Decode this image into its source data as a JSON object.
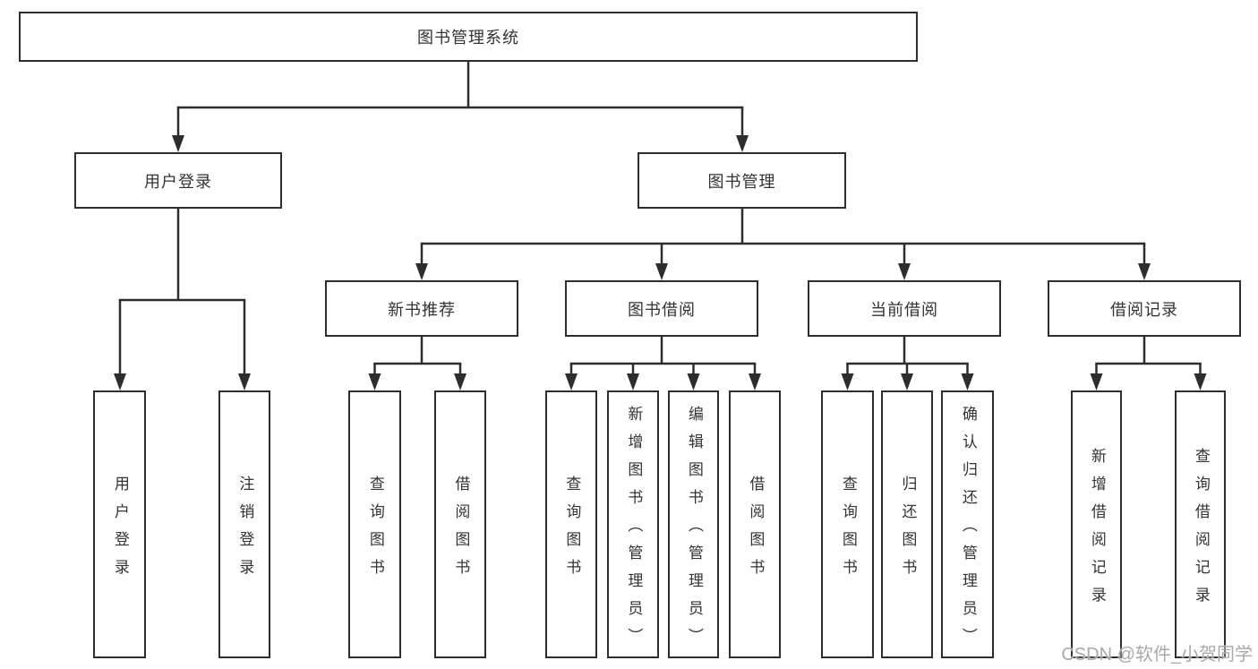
{
  "diagram_type": "hierarchy-tree",
  "tree": {
    "label": "图书管理系统",
    "children": [
      {
        "label": "用户登录",
        "children": [
          {
            "label": "用户登录"
          },
          {
            "label": "注销登录"
          }
        ]
      },
      {
        "label": "图书管理",
        "children": [
          {
            "label": "新书推荐",
            "children": [
              {
                "label": "查询图书"
              },
              {
                "label": "借阅图书"
              }
            ]
          },
          {
            "label": "图书借阅",
            "children": [
              {
                "label": "查询图书"
              },
              {
                "label": "新增图书（管理员）"
              },
              {
                "label": "编辑图书（管理员）"
              },
              {
                "label": "借阅图书"
              }
            ]
          },
          {
            "label": "当前借阅",
            "children": [
              {
                "label": "查询图书"
              },
              {
                "label": "归还图书"
              },
              {
                "label": "确认归还（管理员）"
              }
            ]
          },
          {
            "label": "借阅记录",
            "children": [
              {
                "label": "新增借阅记录"
              },
              {
                "label": "查询借阅记录"
              }
            ]
          }
        ]
      }
    ]
  },
  "watermark": {
    "text": "CSDN @软件_小贺同学"
  },
  "colors": {
    "line": "#2d2d2d",
    "text": "#333333",
    "box_background": "#ffffff",
    "page_background": "#ffffff",
    "watermark": "#a9a9a9"
  }
}
